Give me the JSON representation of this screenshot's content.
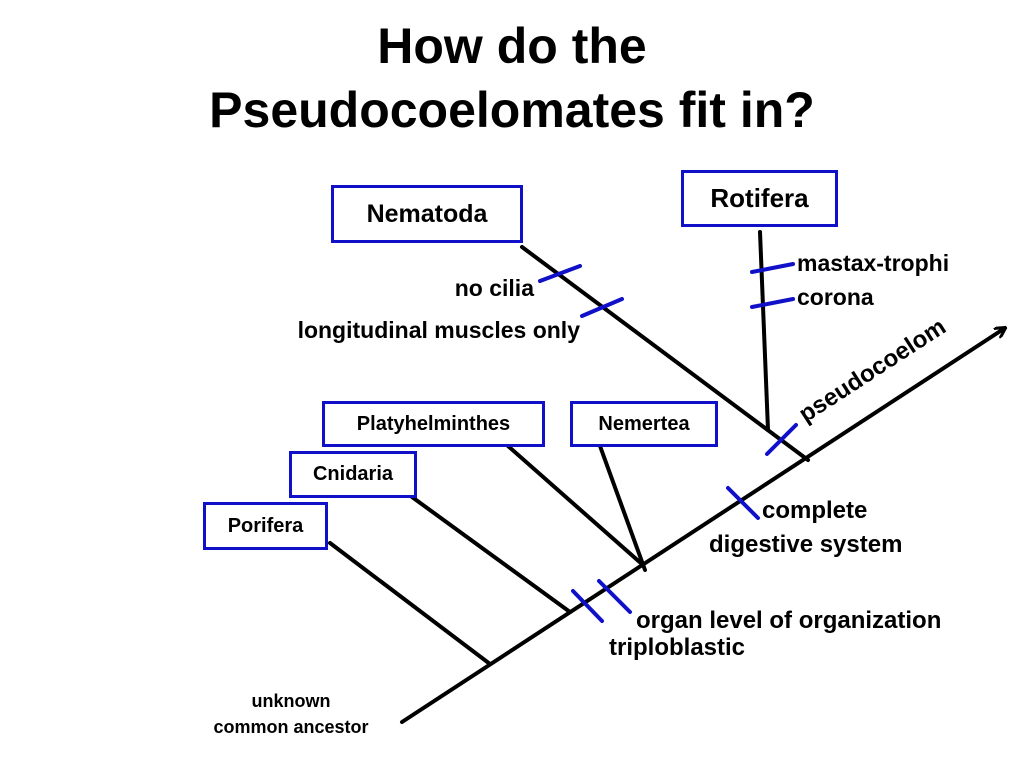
{
  "title": {
    "line1": "How do the",
    "line2": "Pseudocoelomates fit in?"
  },
  "taxa": {
    "nematoda": "Nematoda",
    "rotifera": "Rotifera",
    "platyhelminthes": "Platyhelminthes",
    "nemertea": "Nemertea",
    "cnidaria": "Cnidaria",
    "porifera": "Porifera"
  },
  "characters": {
    "no_cilia": "no cilia",
    "longitudinal_muscles": "longitudinal muscles only",
    "mastax_trophi": "mastax-trophi",
    "corona": "corona",
    "pseudocoelom": "pseudocoelom",
    "complete_line1": "complete",
    "complete_line2": "digestive system",
    "organ_level": "organ level of organization",
    "triploblastic": "triploblastic"
  },
  "root": {
    "line1": "unknown",
    "line2": "common ancestor"
  },
  "colors": {
    "box_border": "#1010c8",
    "tick": "#1010c8",
    "branch": "#000000"
  }
}
